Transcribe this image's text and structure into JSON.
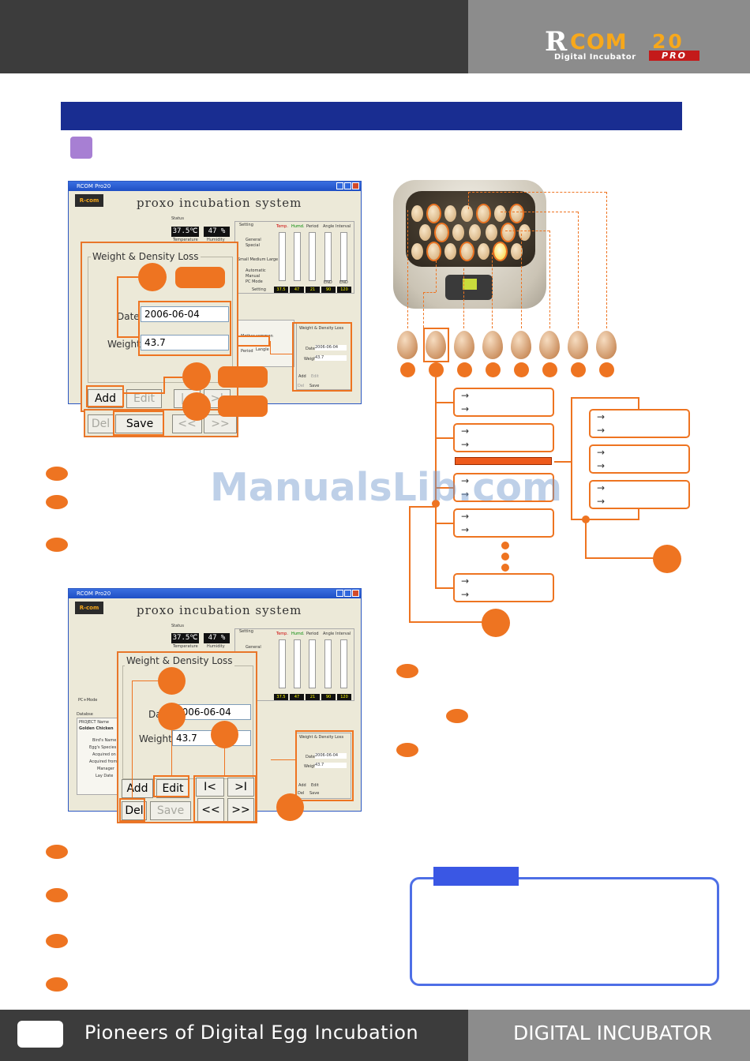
{
  "header": {
    "logo_r": "R",
    "logo_com": "COM",
    "logo_subtitle": "Digital Incubator",
    "logo_model": "20",
    "logo_pro": "PRO"
  },
  "app": {
    "window_title": "RCOM Pro20",
    "logo": "R-com",
    "title": "proxo incubation system",
    "temperature": "37.5℃",
    "humidity": "47 %",
    "temperature_caption": "Temperature",
    "humidity_caption": "Humidity",
    "status_label": "Status",
    "setting_label": "Setting",
    "general": "General",
    "special": "Special",
    "small_medium_large": "Small Medium Large",
    "automatic": "Automatic",
    "manual": "Manual",
    "pc_mode": "PC Mode",
    "pc_mode_caption": "PC+Mode",
    "setting_btn": "Setting",
    "col_temp": "Temp.",
    "col_humd": "Humd.",
    "col_period": "Period",
    "col_angle": "Angle",
    "col_interval": "Interval",
    "slider_end": "END",
    "val_temp": "37.5",
    "val_humd": "47",
    "val_period": "21",
    "val_angle": "90",
    "val_interval": "120",
    "wdl_small_title": "Weight & Density Loss",
    "small_date_label": "Date",
    "small_date": "2006-06-04",
    "small_weight_label": "Weight",
    "small_weight": "43.7",
    "small_add": "Add",
    "small_edit": "Edit",
    "small_del": "Del",
    "small_save": "Save",
    "mother_label": "Mother",
    "mother_val": "common",
    "period_label": "Period",
    "period_val": "Langle",
    "project_name_label": "PROJECT Name",
    "project_name": "Golden Chicken",
    "databse_label": "Databse",
    "field_bird_name": "Bird's Name",
    "field_egg_species": "Egg's Species",
    "field_acquired_on": "Acquired on",
    "field_acquired_from": "Acquired from",
    "field_manager": "Manager",
    "field_lay_date": "Lay Date"
  },
  "dialog_add": {
    "title": "Weight & Density Loss",
    "date_label": "Date",
    "date_value": "2006-06-04",
    "weight_label": "Weight",
    "weight_value": "43.7",
    "add": "Add",
    "edit": "Edit",
    "del": "Del",
    "save": "Save",
    "first": "|<",
    "last": ">|",
    "prev": "<<",
    "next": ">>"
  },
  "dialog_edit": {
    "title": "Weight & Density Loss",
    "date_label": "Date",
    "date_value": "2006-06-04",
    "weight_label": "Weight",
    "weight_value": "43.7",
    "add": "Add",
    "edit": "Edit",
    "del": "Del",
    "save": "Save",
    "first": "I<",
    "last": ">I",
    "prev": "<<",
    "next": ">>"
  },
  "info_arrow": "→",
  "watermark": "ManualsLib.com",
  "footer": {
    "tagline": "Pioneers of Digital Egg Incubation",
    "brand": "DIGITAL INCUBATOR"
  },
  "colors": {
    "accent_orange": "#ee7421",
    "title_blue": "#192d91",
    "note_blue": "#3a57e4",
    "header_dark": "#3c3c3c",
    "header_grey": "#8c8c8c"
  }
}
